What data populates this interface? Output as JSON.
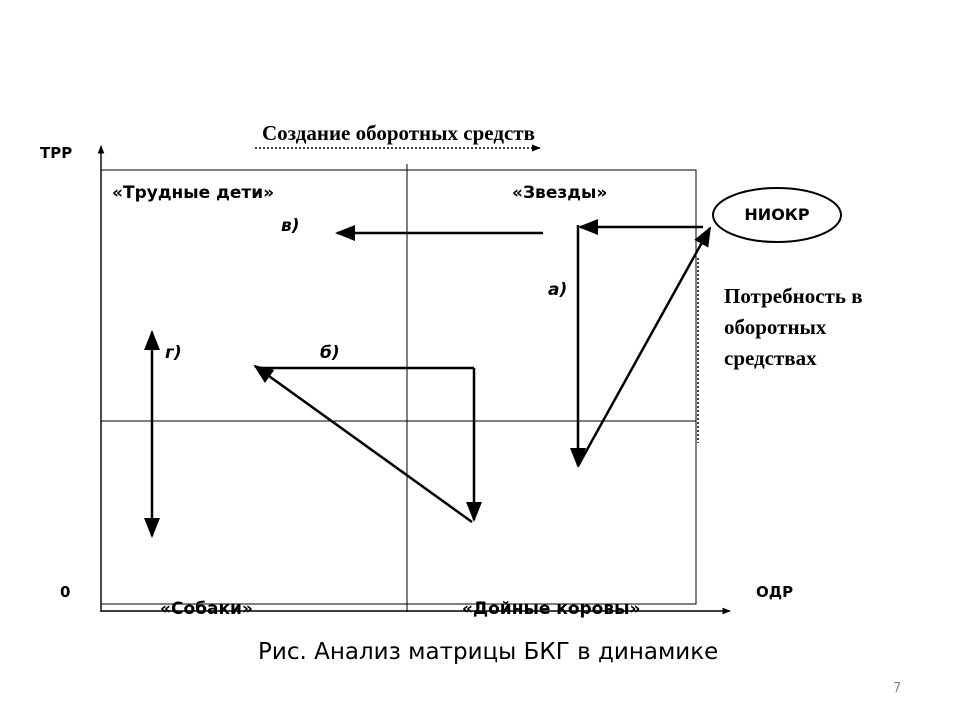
{
  "diagram": {
    "axis_y_label": "ТРР",
    "axis_x_label": "ОДР",
    "origin_label": "0",
    "top_title": "Создание оборотных средств",
    "quadrants": {
      "question_marks": "«Трудные дети»",
      "stars": "«Звезды»",
      "dogs": "«Собаки»",
      "cash_cows": "«Дойные коровы»"
    },
    "movements": {
      "a": "а)",
      "b": "б)",
      "v": "в)",
      "g": "г)"
    },
    "rnd_box": "НИОКР",
    "working_capital_need": "Потребность в оборотных средствах"
  },
  "caption": "Рис. Анализ матрицы БКГ в динамике",
  "page_number": "7"
}
